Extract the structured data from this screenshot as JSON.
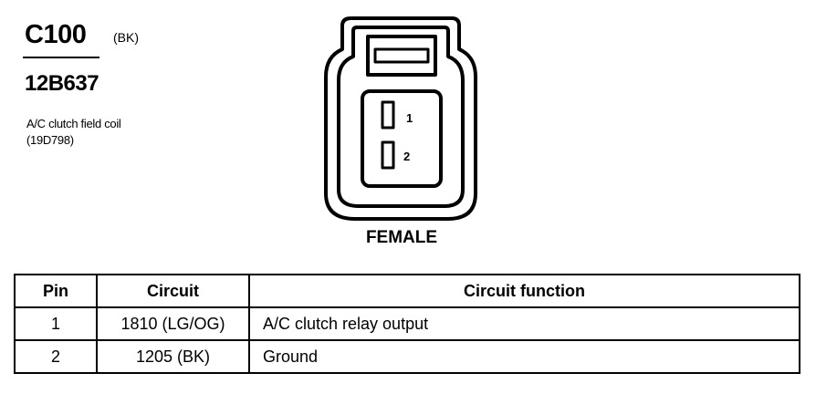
{
  "connector": {
    "id": "C100",
    "color_code": "(BK)",
    "part_number": "12B637",
    "component_name": "A/C clutch field coil",
    "component_code": "(19D798)",
    "gender": "FEMALE",
    "pin_labels": [
      "1",
      "2"
    ]
  },
  "pin_table": {
    "headers": [
      "Pin",
      "Circuit",
      "Circuit function"
    ],
    "rows": [
      {
        "pin": "1",
        "circuit": "1810 (LG/OG)",
        "function": "A/C clutch relay output"
      },
      {
        "pin": "2",
        "circuit": "1205 (BK)",
        "function": "Ground"
      }
    ]
  }
}
